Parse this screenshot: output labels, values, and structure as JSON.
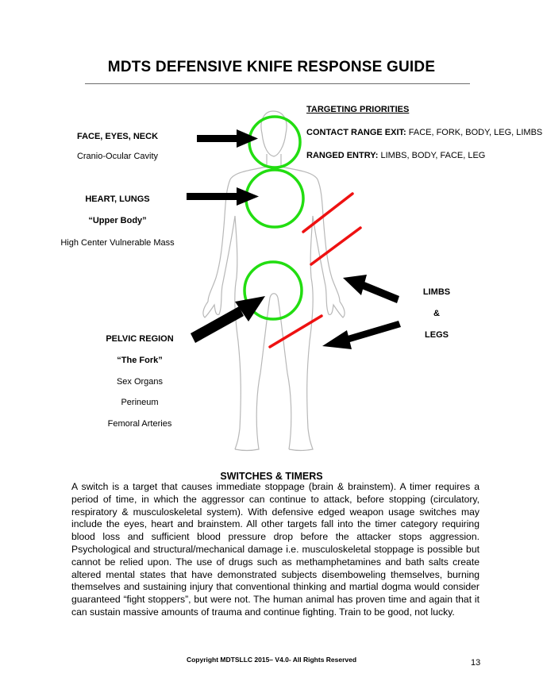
{
  "page": {
    "title": "MDTS DEFENSIVE KNIFE RESPONSE GUIDE",
    "footer": "Copyright MDTSLLC 2015– V4.0- All Rights Reserved",
    "page_number": "13"
  },
  "labels": {
    "face": {
      "heading": "FACE, EYES, NECK",
      "sub": "Cranio-Ocular Cavity"
    },
    "heart": {
      "heading": "HEART, LUNGS",
      "quote": "“Upper Body”",
      "sub": "High Center Vulnerable Mass"
    },
    "pelvic": {
      "heading": "PELVIC REGION",
      "quote": "“The Fork”",
      "items": [
        "Sex Organs",
        "Perineum",
        "Femoral Arteries"
      ]
    },
    "limbs": {
      "line1": "LIMBS",
      "line2": "&",
      "line3": "LEGS"
    }
  },
  "targeting": {
    "heading": "TARGETING PRIORITIES",
    "contact_label": "CONTACT RANGE EXIT:",
    "contact_value": " FACE, FORK, BODY, LEG, LIMBS",
    "ranged_label": "RANGED ENTRY:",
    "ranged_value": " LIMBS, BODY, FACE, LEG"
  },
  "switches": {
    "title": "SWITCHES & TIMERS",
    "body": "A switch is a target that causes immediate stoppage (brain & brainstem). A timer requires a period of time, in which the aggressor can continue to attack, before stopping (circulatory, respiratory & musculoskeletal system). With defensive edged weapon usage switches may include the eyes, heart and brainstem. All other targets fall into the timer category requiring blood loss and sufficient blood pressure drop before the attacker stops aggression. Psychological and structural/mechanical damage i.e. musculoskeletal stoppage is possible but cannot be relied upon. The use of drugs such as methamphetamines and bath salts create altered mental states that have demonstrated subjects disemboweling themselves, burning themselves and sustaining injury that conventional thinking and martial dogma would consider guaranteed “fight stoppers”, but were not. The human animal has proven time and again that it can sustain massive amounts of trauma and continue fighting. Train to be good, not lucky."
  },
  "colors": {
    "target_circle": "#22dd11",
    "slash_mark": "#ee1111",
    "arrow": "#000000",
    "body_outline": "#b8b8b8"
  }
}
